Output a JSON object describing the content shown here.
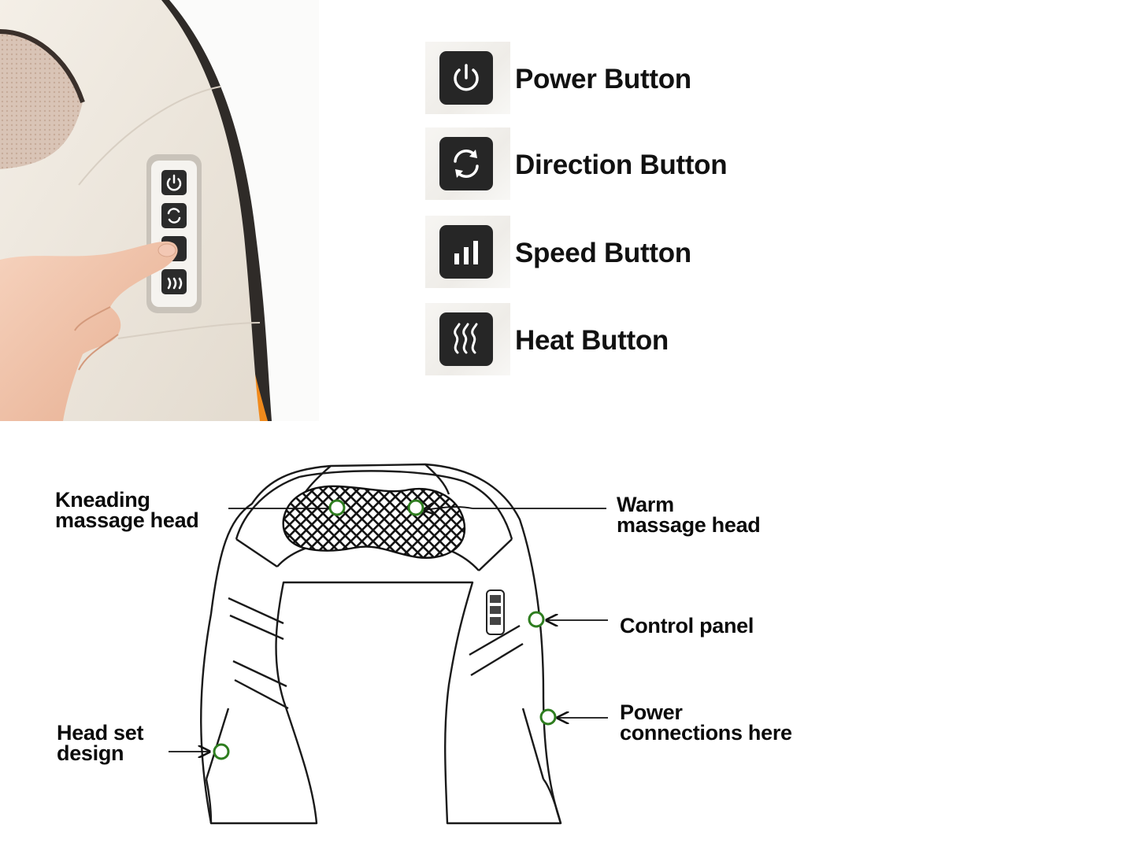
{
  "buttons": [
    {
      "icon": "power-icon",
      "label": "Power Button"
    },
    {
      "icon": "direction-icon",
      "label": "Direction Button"
    },
    {
      "icon": "speed-icon",
      "label": "Speed Button"
    },
    {
      "icon": "heat-icon",
      "label": "Heat Button"
    }
  ],
  "diagram": {
    "kneading_line1": "Kneading",
    "kneading_line2": "massage head",
    "warm_line1": "Warm",
    "warm_line2": "massage head",
    "control_panel": "Control panel",
    "power_line1": "Power",
    "power_line2": "connections here",
    "headset_line1": "Head set",
    "headset_line2": "design"
  },
  "colors": {
    "icon_tile": "#262626",
    "marker": "#2e7d1f",
    "device_shell": "#ece6dc",
    "accent_trim": "#f08a1c"
  }
}
